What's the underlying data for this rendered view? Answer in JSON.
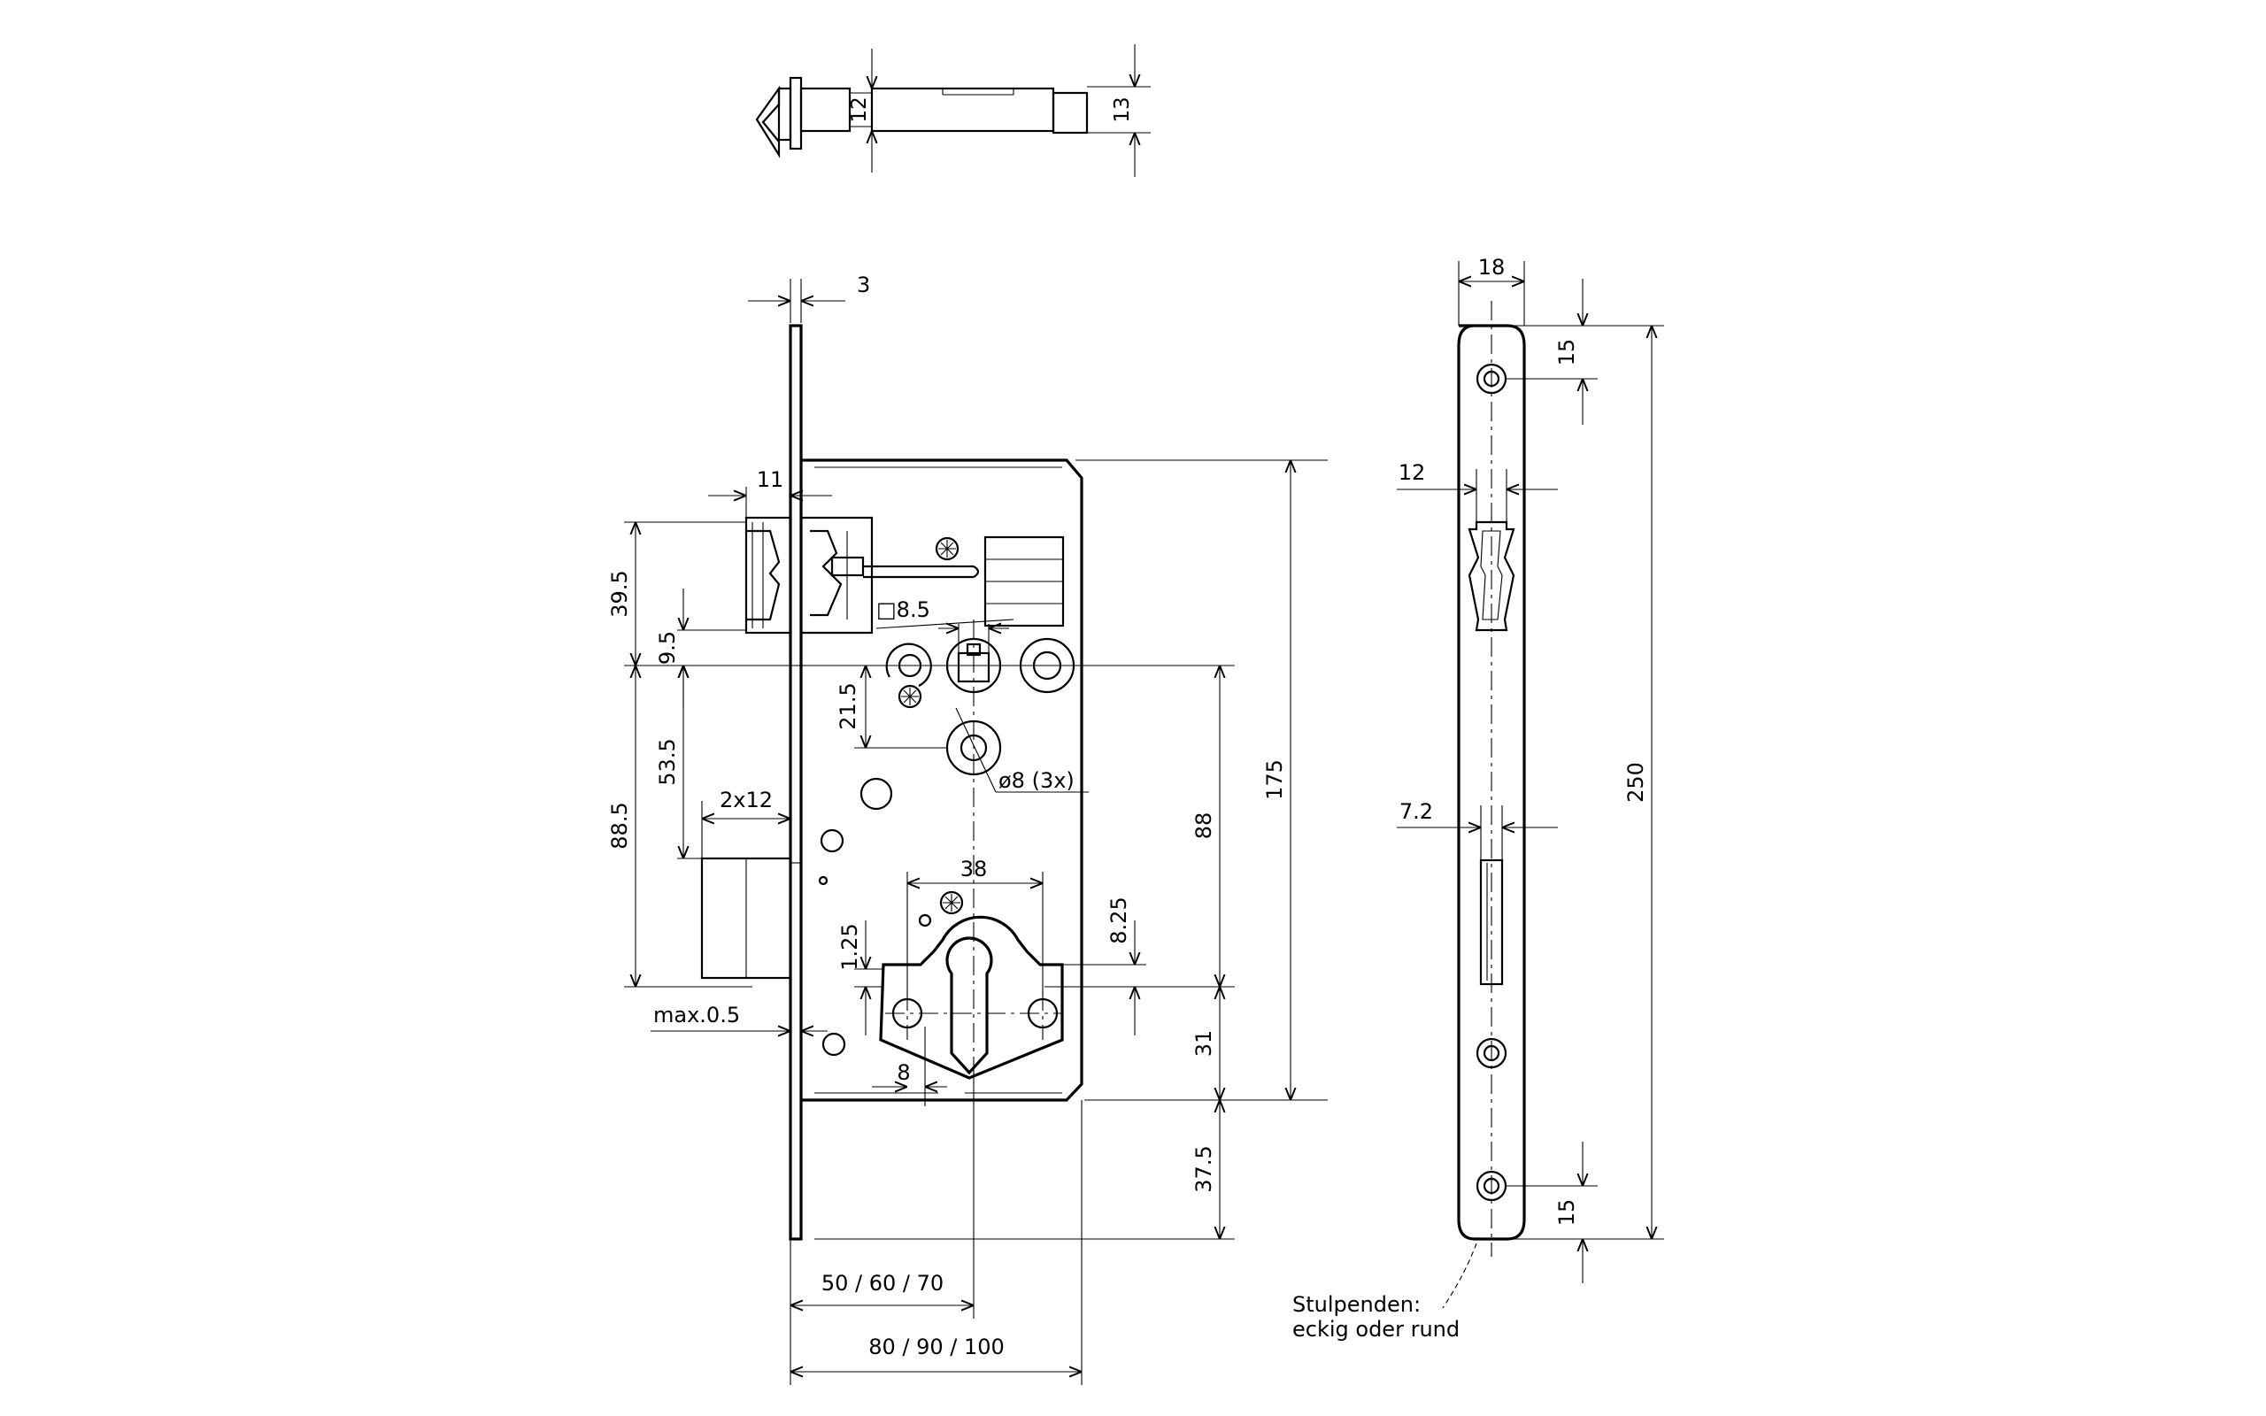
{
  "dimensions": {
    "bolt_height": "12",
    "latch_height": "13",
    "faceplate_thickness": "3",
    "latch_projection": "11",
    "latch_to_follower": "39.5",
    "follower_offset": "9.5",
    "follower_to_cylinder_top": "53.5",
    "follower_to_cylinder": "88.5",
    "bolt_throw": "2x12",
    "square_follower": "□8.5",
    "follower_to_hole": "21.5",
    "fixing_holes": "ø8 (3x)",
    "hole_spacing": "38",
    "cylinder_offset": "1.25",
    "cylinder_top": "8.25",
    "case_height": "175",
    "distance": "88",
    "case_bottom_offset": "31",
    "faceplate_bottom_offset": "37.5",
    "max_gap": "max.0.5",
    "hole_offset": "8",
    "backset": "50 / 60 / 70",
    "case_depth": "80 / 90 / 100",
    "faceplate_width": "18",
    "faceplate_end_top": "15",
    "latch_opening_width": "12",
    "bolt_opening_width": "7.2",
    "faceplate_length": "250",
    "faceplate_end_bottom": "15"
  },
  "notes": {
    "faceplate_ends_line1": "Stulpenden:",
    "faceplate_ends_line2": "eckig oder rund"
  }
}
